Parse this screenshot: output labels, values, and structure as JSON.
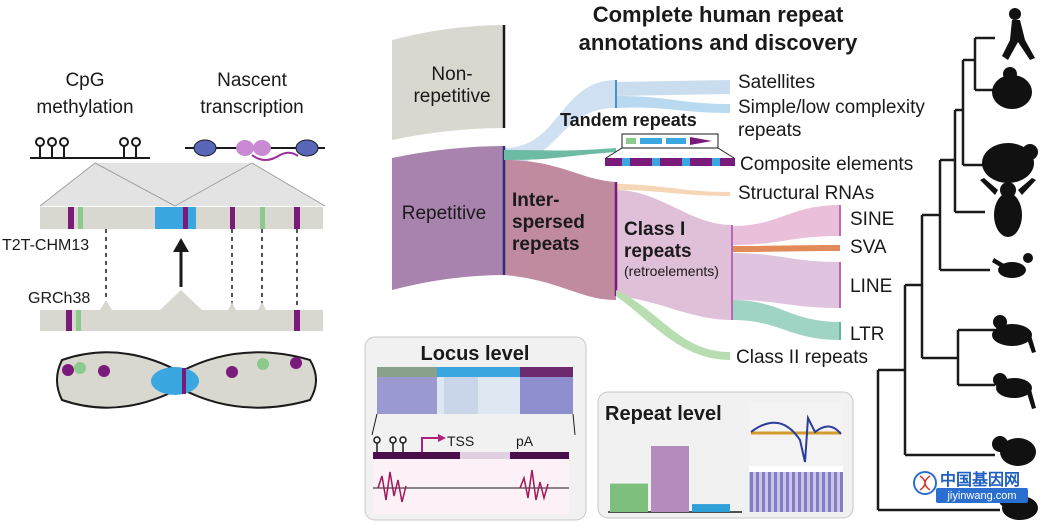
{
  "title": {
    "line1": "Complete human repeat",
    "line2": "annotations and discovery"
  },
  "left": {
    "cpg_line1": "CpG",
    "cpg_line2": "methylation",
    "nascent_line1": "Nascent",
    "nascent_line2": "transcription",
    "t2t_label": "T2T-CHM13",
    "grch38_label": "GRCh38"
  },
  "sankey": {
    "non_repetitive_line1": "Non-",
    "non_repetitive_line2": "repetitive",
    "repetitive": "Repetitive",
    "interspersed_line1": "Inter-",
    "interspersed_line2": "spersed",
    "interspersed_line3": "repeats",
    "tandem": "Tandem repeats",
    "class1_line1": "Class I",
    "class1_line2": "repeats",
    "class1_line3": "(retroelements)",
    "satellites": "Satellites",
    "simple_line1": "Simple/low complexity",
    "simple_line2": "repeats",
    "composite": "Composite elements",
    "structural": "Structural RNAs",
    "sine": "SINE",
    "sva": "SVA",
    "line": "LINE",
    "ltr": "LTR",
    "class2": "Class II repeats"
  },
  "locus": {
    "title": "Locus level",
    "tss": "TSS",
    "pa": "pA"
  },
  "repeat": {
    "title": "Repeat level",
    "bars": [
      {
        "value": 0.43,
        "color": "#7dbf7d"
      },
      {
        "value": 1.0,
        "color": "#b58bbd"
      },
      {
        "value": 0.12,
        "color": "#2f9fd8"
      }
    ]
  },
  "watermark": {
    "name": "中国基因网",
    "url": "jiyinwang.com"
  },
  "colors": {
    "purple": "#7a1a7a",
    "green": "#8cc98c",
    "blue": "#3aa7e0",
    "grey": "#d9d8d0",
    "repetitive": "#a883ad",
    "navy": "#2b2f7a"
  }
}
